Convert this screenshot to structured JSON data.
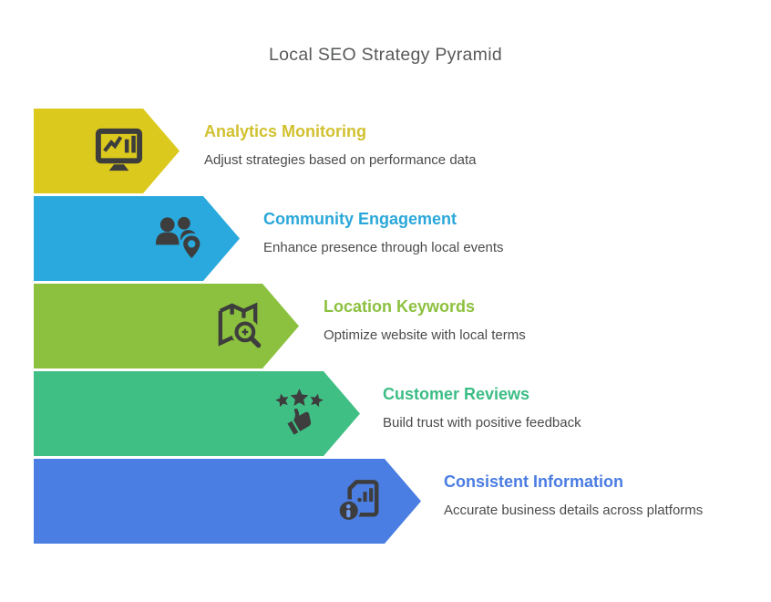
{
  "title": "Local SEO Strategy Pyramid",
  "colors": {
    "background": "#ffffff",
    "heading_text": "#58595b",
    "description_text": "#4b4b4b",
    "icon_glyph": "#3d3d3d"
  },
  "items": [
    {
      "label": "Analytics Monitoring",
      "description": "Adjust strategies based on performance data",
      "icon": "monitor-analytics-icon",
      "color": "#dcc91d",
      "title_color": "#d2c12f"
    },
    {
      "label": "Community Engagement",
      "description": "Enhance presence through local events",
      "icon": "people-location-icon",
      "color": "#29a9dd",
      "title_color": "#2aa7da"
    },
    {
      "label": "Location Keywords",
      "description": "Optimize website with local terms",
      "icon": "map-search-icon",
      "color": "#8cc13f",
      "title_color": "#8cc13f"
    },
    {
      "label": "Customer Reviews",
      "description": "Build trust with positive feedback",
      "icon": "stars-thumbs-up-icon",
      "color": "#40bf85",
      "title_color": "#3cbd85"
    },
    {
      "label": "Consistent Information",
      "description": "Accurate business details across platforms",
      "icon": "document-info-icon",
      "color": "#4b7ee2",
      "title_color": "#4a7ce2"
    }
  ]
}
